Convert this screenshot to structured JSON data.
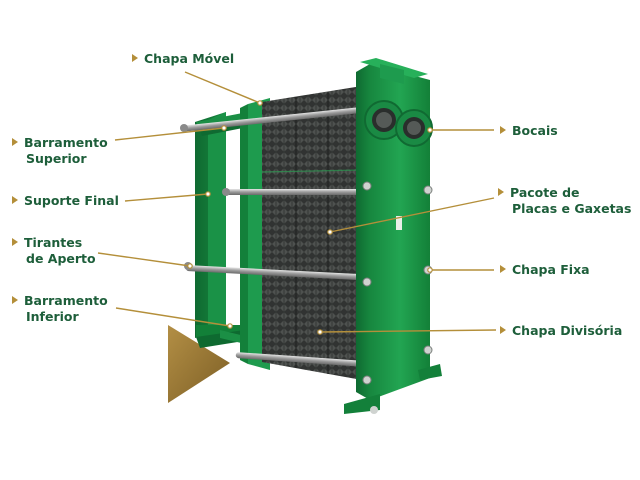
{
  "labels": {
    "chapa_movel": "Chapa Móvel",
    "barramento_superior_1": "Barramento",
    "barramento_superior_2": "Superior",
    "suporte_final": "Suporte Final",
    "tirantes_1": "Tirantes",
    "tirantes_2": "de Aperto",
    "barramento_inferior_1": "Barramento",
    "barramento_inferior_2": "Inferior",
    "bocais": "Bocais",
    "pacote_1": "Pacote de",
    "pacote_2": "Placas e Gaxetas",
    "chapa_fixa": "Chapa Fixa",
    "chapa_divisoria": "Chapa Divisória"
  },
  "colors": {
    "label_text": "#1d5e3a",
    "leader_line": "#b48f3a",
    "frame_green": "#1e9b4e",
    "frame_dark": "#137a3a",
    "plate_dark": "#3f4340",
    "triangle_gold": "#9c7a36"
  }
}
